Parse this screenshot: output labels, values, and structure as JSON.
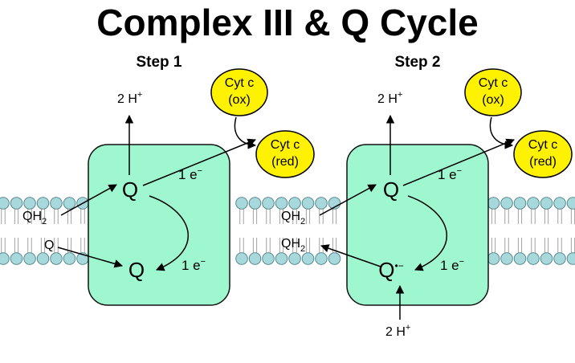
{
  "title": "Complex III & Q Cycle",
  "step1": {
    "heading": "Step 1",
    "proton_out": "2 H",
    "proton_sup": "+",
    "q_top": "Q",
    "q_bottom": "Q",
    "electron_top": "1 e",
    "electron_bottom": "1 e",
    "electron_sup": "−",
    "qh2_in": "QH",
    "q_in": "Q",
    "sub2": "2",
    "cyt_ox_line1": "Cyt c",
    "cyt_ox_line2": "(ox)",
    "cyt_red_line1": "Cyt c",
    "cyt_red_line2": "(red)"
  },
  "step2": {
    "heading": "Step 2",
    "proton_out": "2 H",
    "proton_sup": "+",
    "q_top": "Q",
    "q_bottom": "Q",
    "q_bottom_sup": "•−",
    "electron_top": "1 e",
    "electron_bottom": "1 e",
    "electron_sup": "−",
    "qh2_in": "QH",
    "qh2_out": "QH",
    "sub2": "2",
    "proton_in": "2 H",
    "cyt_ox_line1": "Cyt c",
    "cyt_ox_line2": "(ox)",
    "cyt_red_line1": "Cyt c",
    "cyt_red_line2": "(red)"
  },
  "colors": {
    "complex_fill": "#9ff7cf",
    "lipid_head": "#a6d8dc",
    "cytochrome_fill": "#fff200"
  }
}
